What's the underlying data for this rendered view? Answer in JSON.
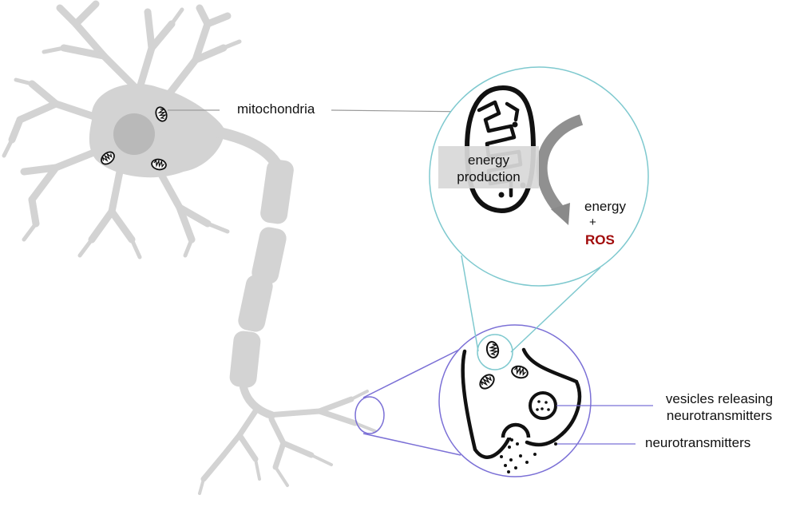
{
  "labels": {
    "mitochondria": "mitochondria",
    "energy_production_line1": "energy",
    "energy_production_line2": "production",
    "output_energy": "energy",
    "output_plus": "+",
    "output_ros": "ROS",
    "vesicles_line1": "vesicles releasing",
    "vesicles_line2": "neurotransmitters",
    "neurotransmitters": "neurotransmitters"
  },
  "colors": {
    "neuron": "#d3d3d3",
    "nucleus": "#b9b9b9",
    "leader_line": "#9a9a9a",
    "mito_zoom_circle": "#7fc9cf",
    "synapse_zoom_circle": "#7b70d6",
    "arrow": "#8a8a8a",
    "ros": "#a10a0a"
  }
}
